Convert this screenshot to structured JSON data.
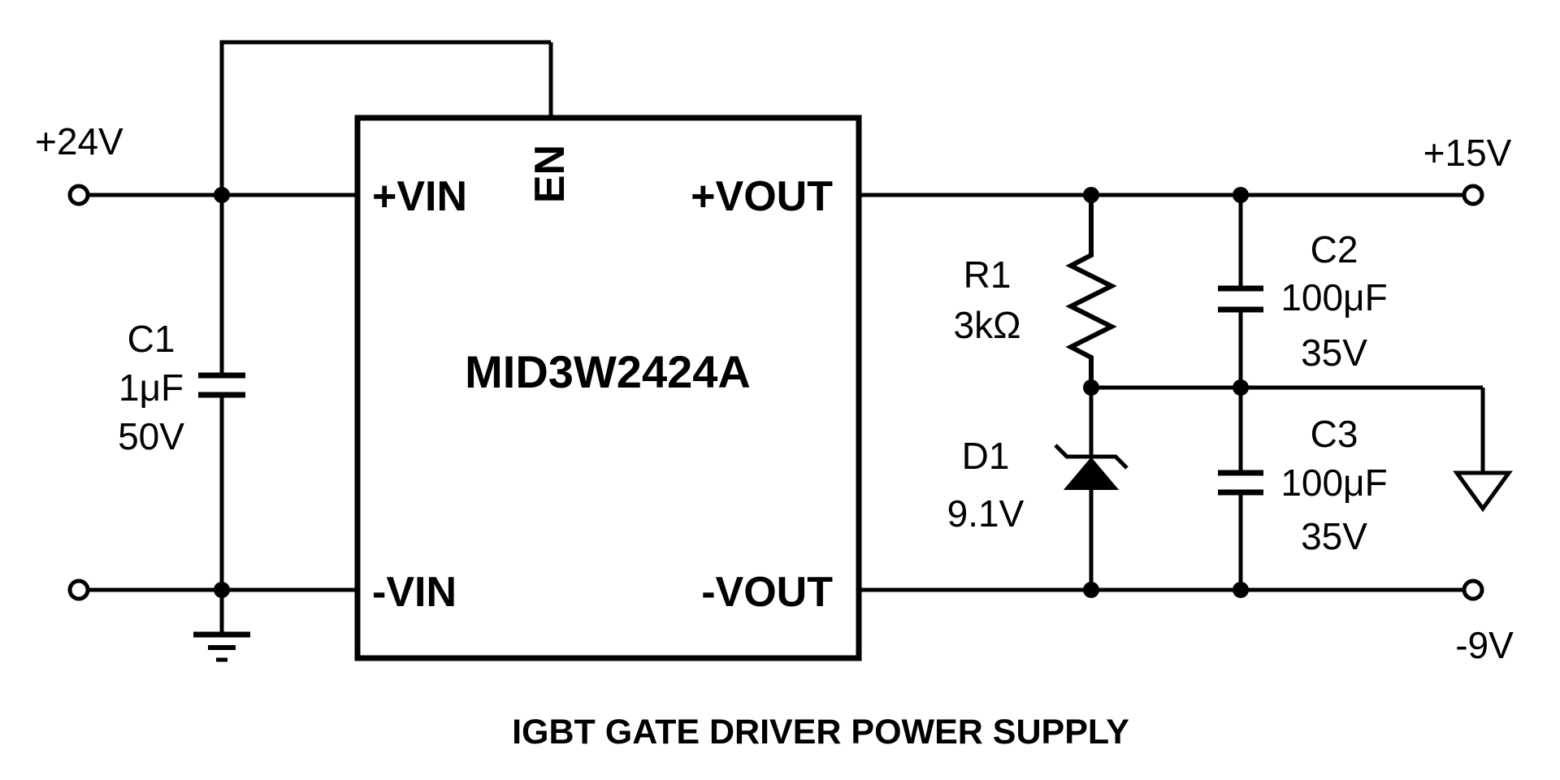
{
  "diagram_title": "IGBT GATE DRIVER POWER SUPPLY",
  "module": {
    "part_number": "MID3W2424A",
    "pin_vin_pos": "+VIN",
    "pin_vin_neg": "-VIN",
    "pin_vout_pos": "+VOUT",
    "pin_vout_neg": "-VOUT",
    "pin_enable": "EN"
  },
  "terminals": {
    "input_positive": "+24V",
    "output_positive": "+15V",
    "output_negative": "-9V"
  },
  "components": {
    "c1": {
      "designator": "C1",
      "value": "1μF",
      "voltage_rating": "50V"
    },
    "r1": {
      "designator": "R1",
      "value": "3kΩ"
    },
    "d1": {
      "designator": "D1",
      "value": "9.1V"
    },
    "c2": {
      "designator": "C2",
      "value": "100μF",
      "voltage_rating": "35V"
    },
    "c3": {
      "designator": "C3",
      "value": "100μF",
      "voltage_rating": "35V"
    }
  },
  "colors": {
    "line": "#000000",
    "background": "#ffffff",
    "text": "#000000"
  }
}
